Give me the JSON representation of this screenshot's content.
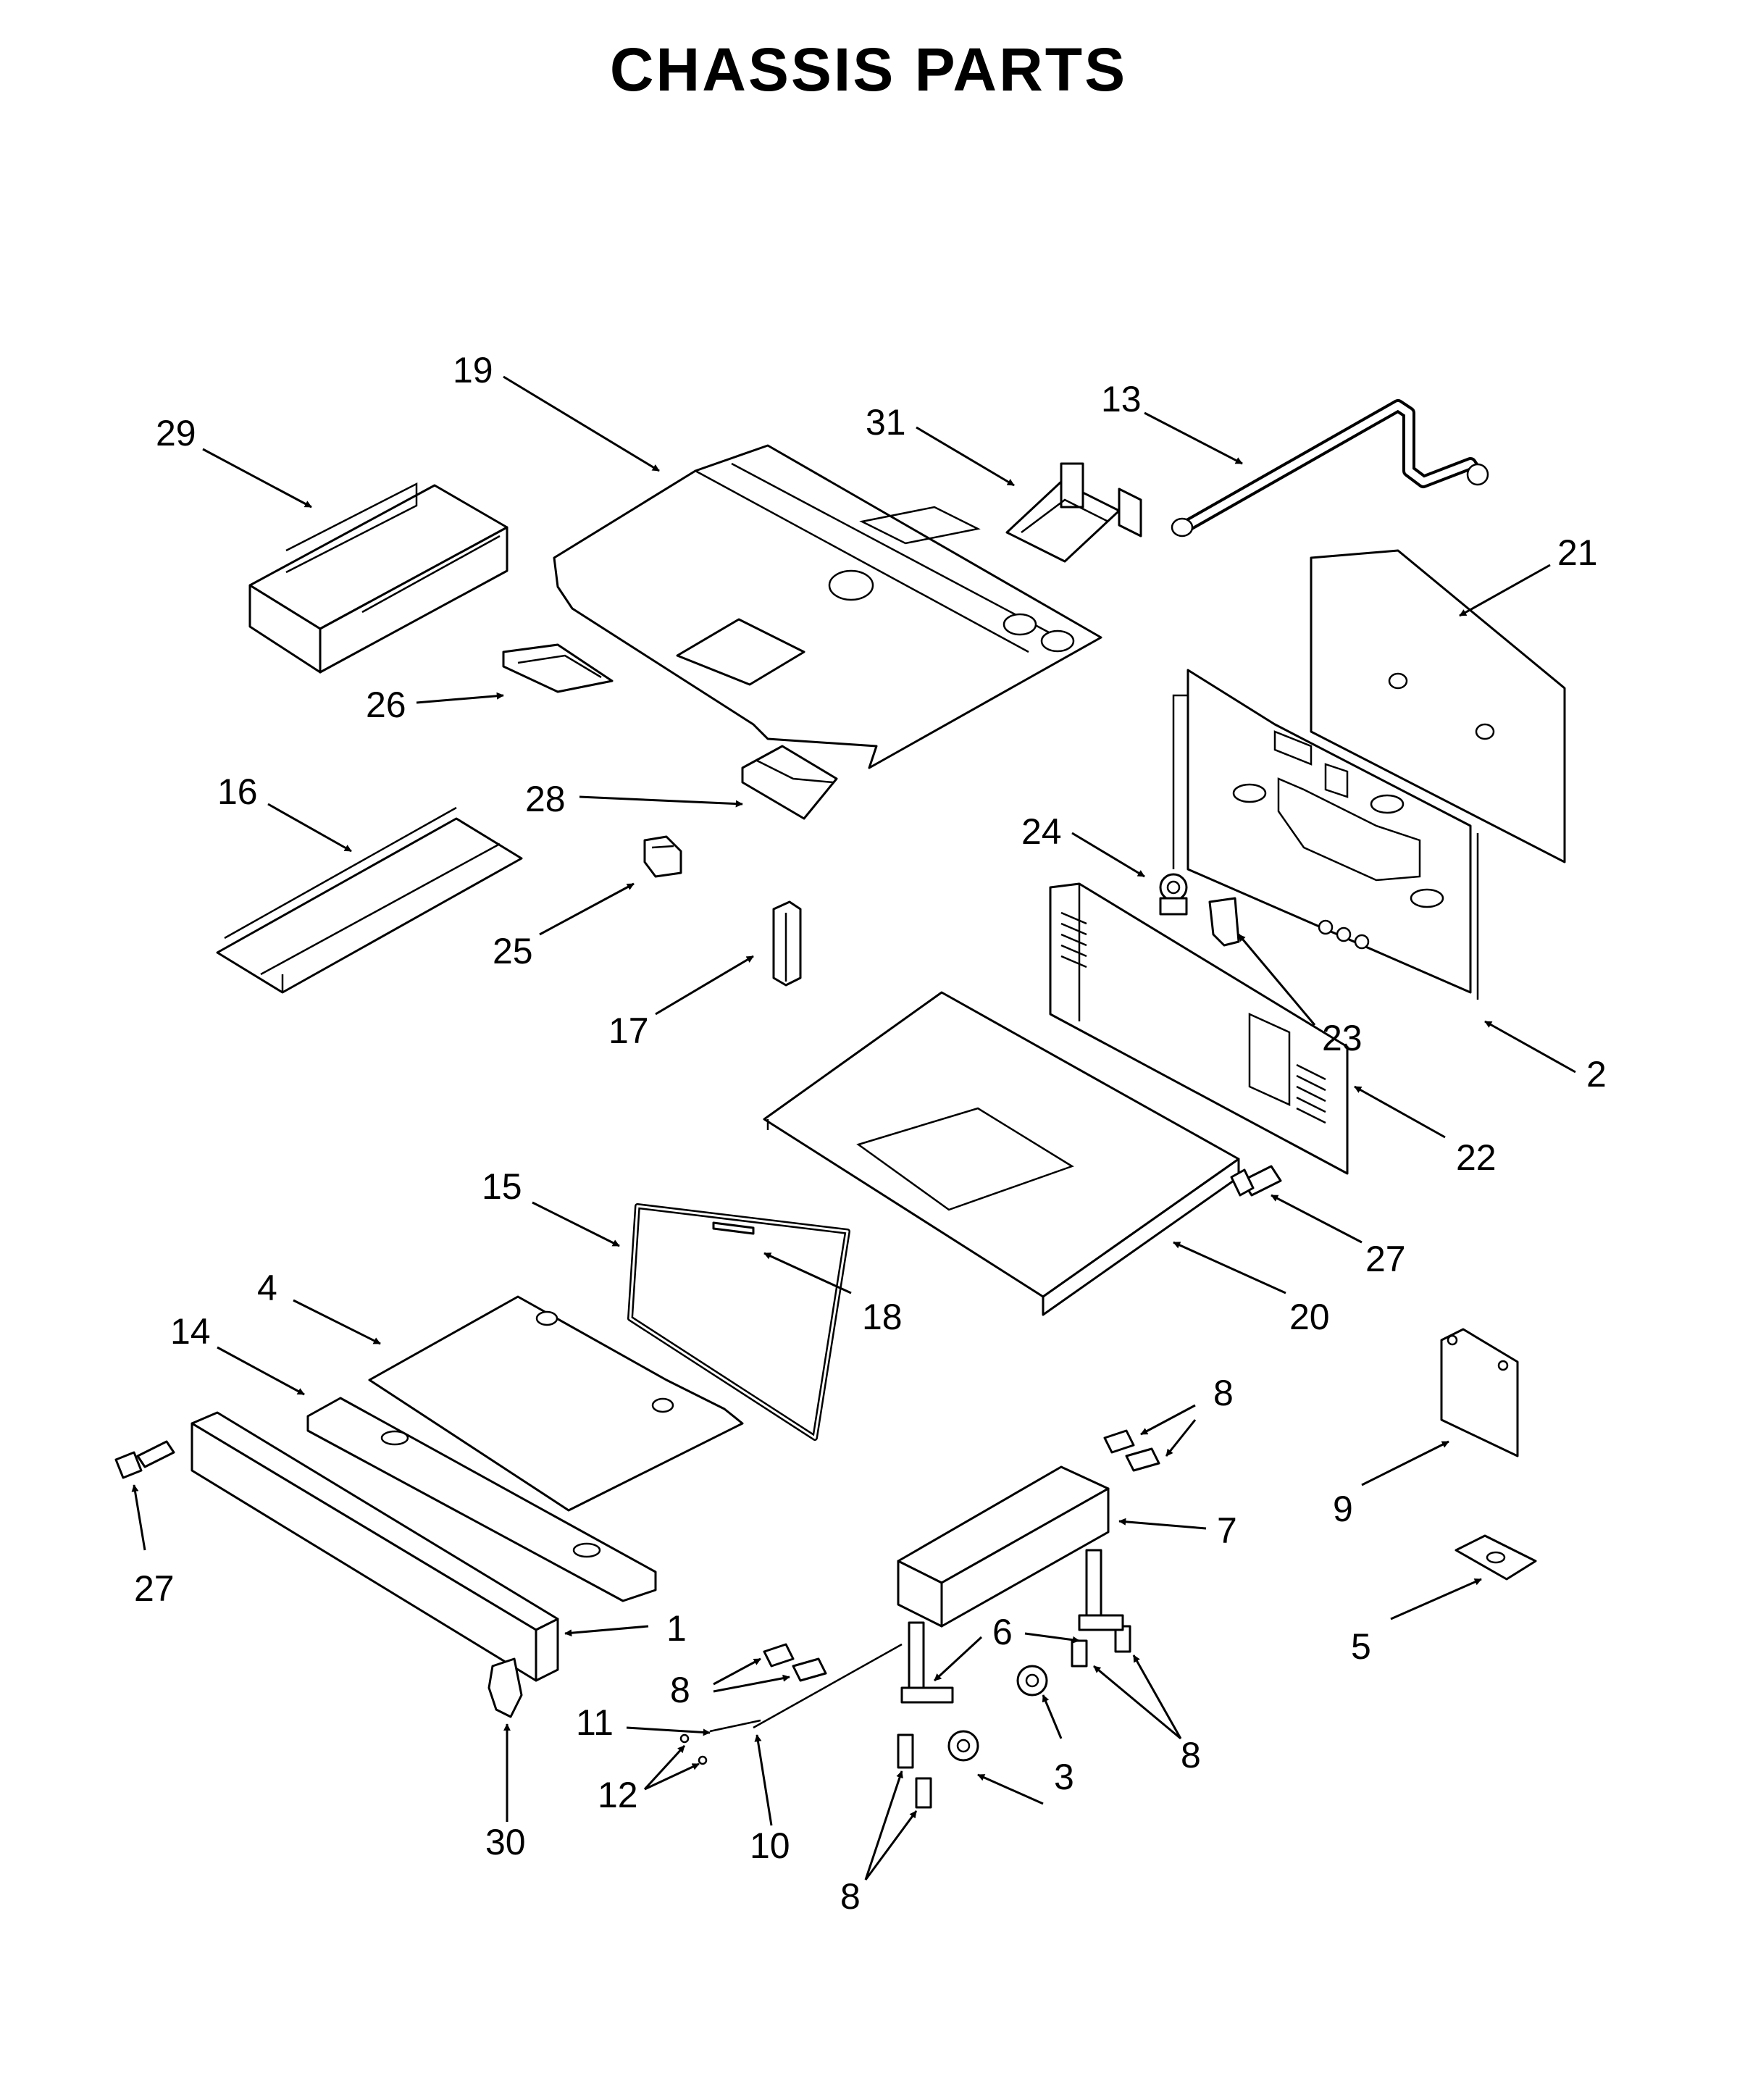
{
  "title": "CHASSIS PARTS",
  "callouts": [
    {
      "id": "c29",
      "label": "29"
    },
    {
      "id": "c19",
      "label": "19"
    },
    {
      "id": "c31",
      "label": "31"
    },
    {
      "id": "c13",
      "label": "13"
    },
    {
      "id": "c21",
      "label": "21"
    },
    {
      "id": "c26",
      "label": "26"
    },
    {
      "id": "c28",
      "label": "28"
    },
    {
      "id": "c16",
      "label": "16"
    },
    {
      "id": "c25",
      "label": "25"
    },
    {
      "id": "c24",
      "label": "24"
    },
    {
      "id": "c17",
      "label": "17"
    },
    {
      "id": "c23",
      "label": "23"
    },
    {
      "id": "c2",
      "label": "2"
    },
    {
      "id": "c22",
      "label": "22"
    },
    {
      "id": "c15",
      "label": "15"
    },
    {
      "id": "c27a",
      "label": "27"
    },
    {
      "id": "c18",
      "label": "18"
    },
    {
      "id": "c20",
      "label": "20"
    },
    {
      "id": "c4",
      "label": "4"
    },
    {
      "id": "c14",
      "label": "14"
    },
    {
      "id": "c8a",
      "label": "8"
    },
    {
      "id": "c7",
      "label": "7"
    },
    {
      "id": "c9",
      "label": "9"
    },
    {
      "id": "c27b",
      "label": "27"
    },
    {
      "id": "c1",
      "label": "1"
    },
    {
      "id": "c6",
      "label": "6"
    },
    {
      "id": "c5",
      "label": "5"
    },
    {
      "id": "c8b",
      "label": "8"
    },
    {
      "id": "c11",
      "label": "11"
    },
    {
      "id": "c12",
      "label": "12"
    },
    {
      "id": "c3",
      "label": "3"
    },
    {
      "id": "c8c",
      "label": "8"
    },
    {
      "id": "c30",
      "label": "30"
    },
    {
      "id": "c10",
      "label": "10"
    },
    {
      "id": "c8d",
      "label": "8"
    }
  ]
}
